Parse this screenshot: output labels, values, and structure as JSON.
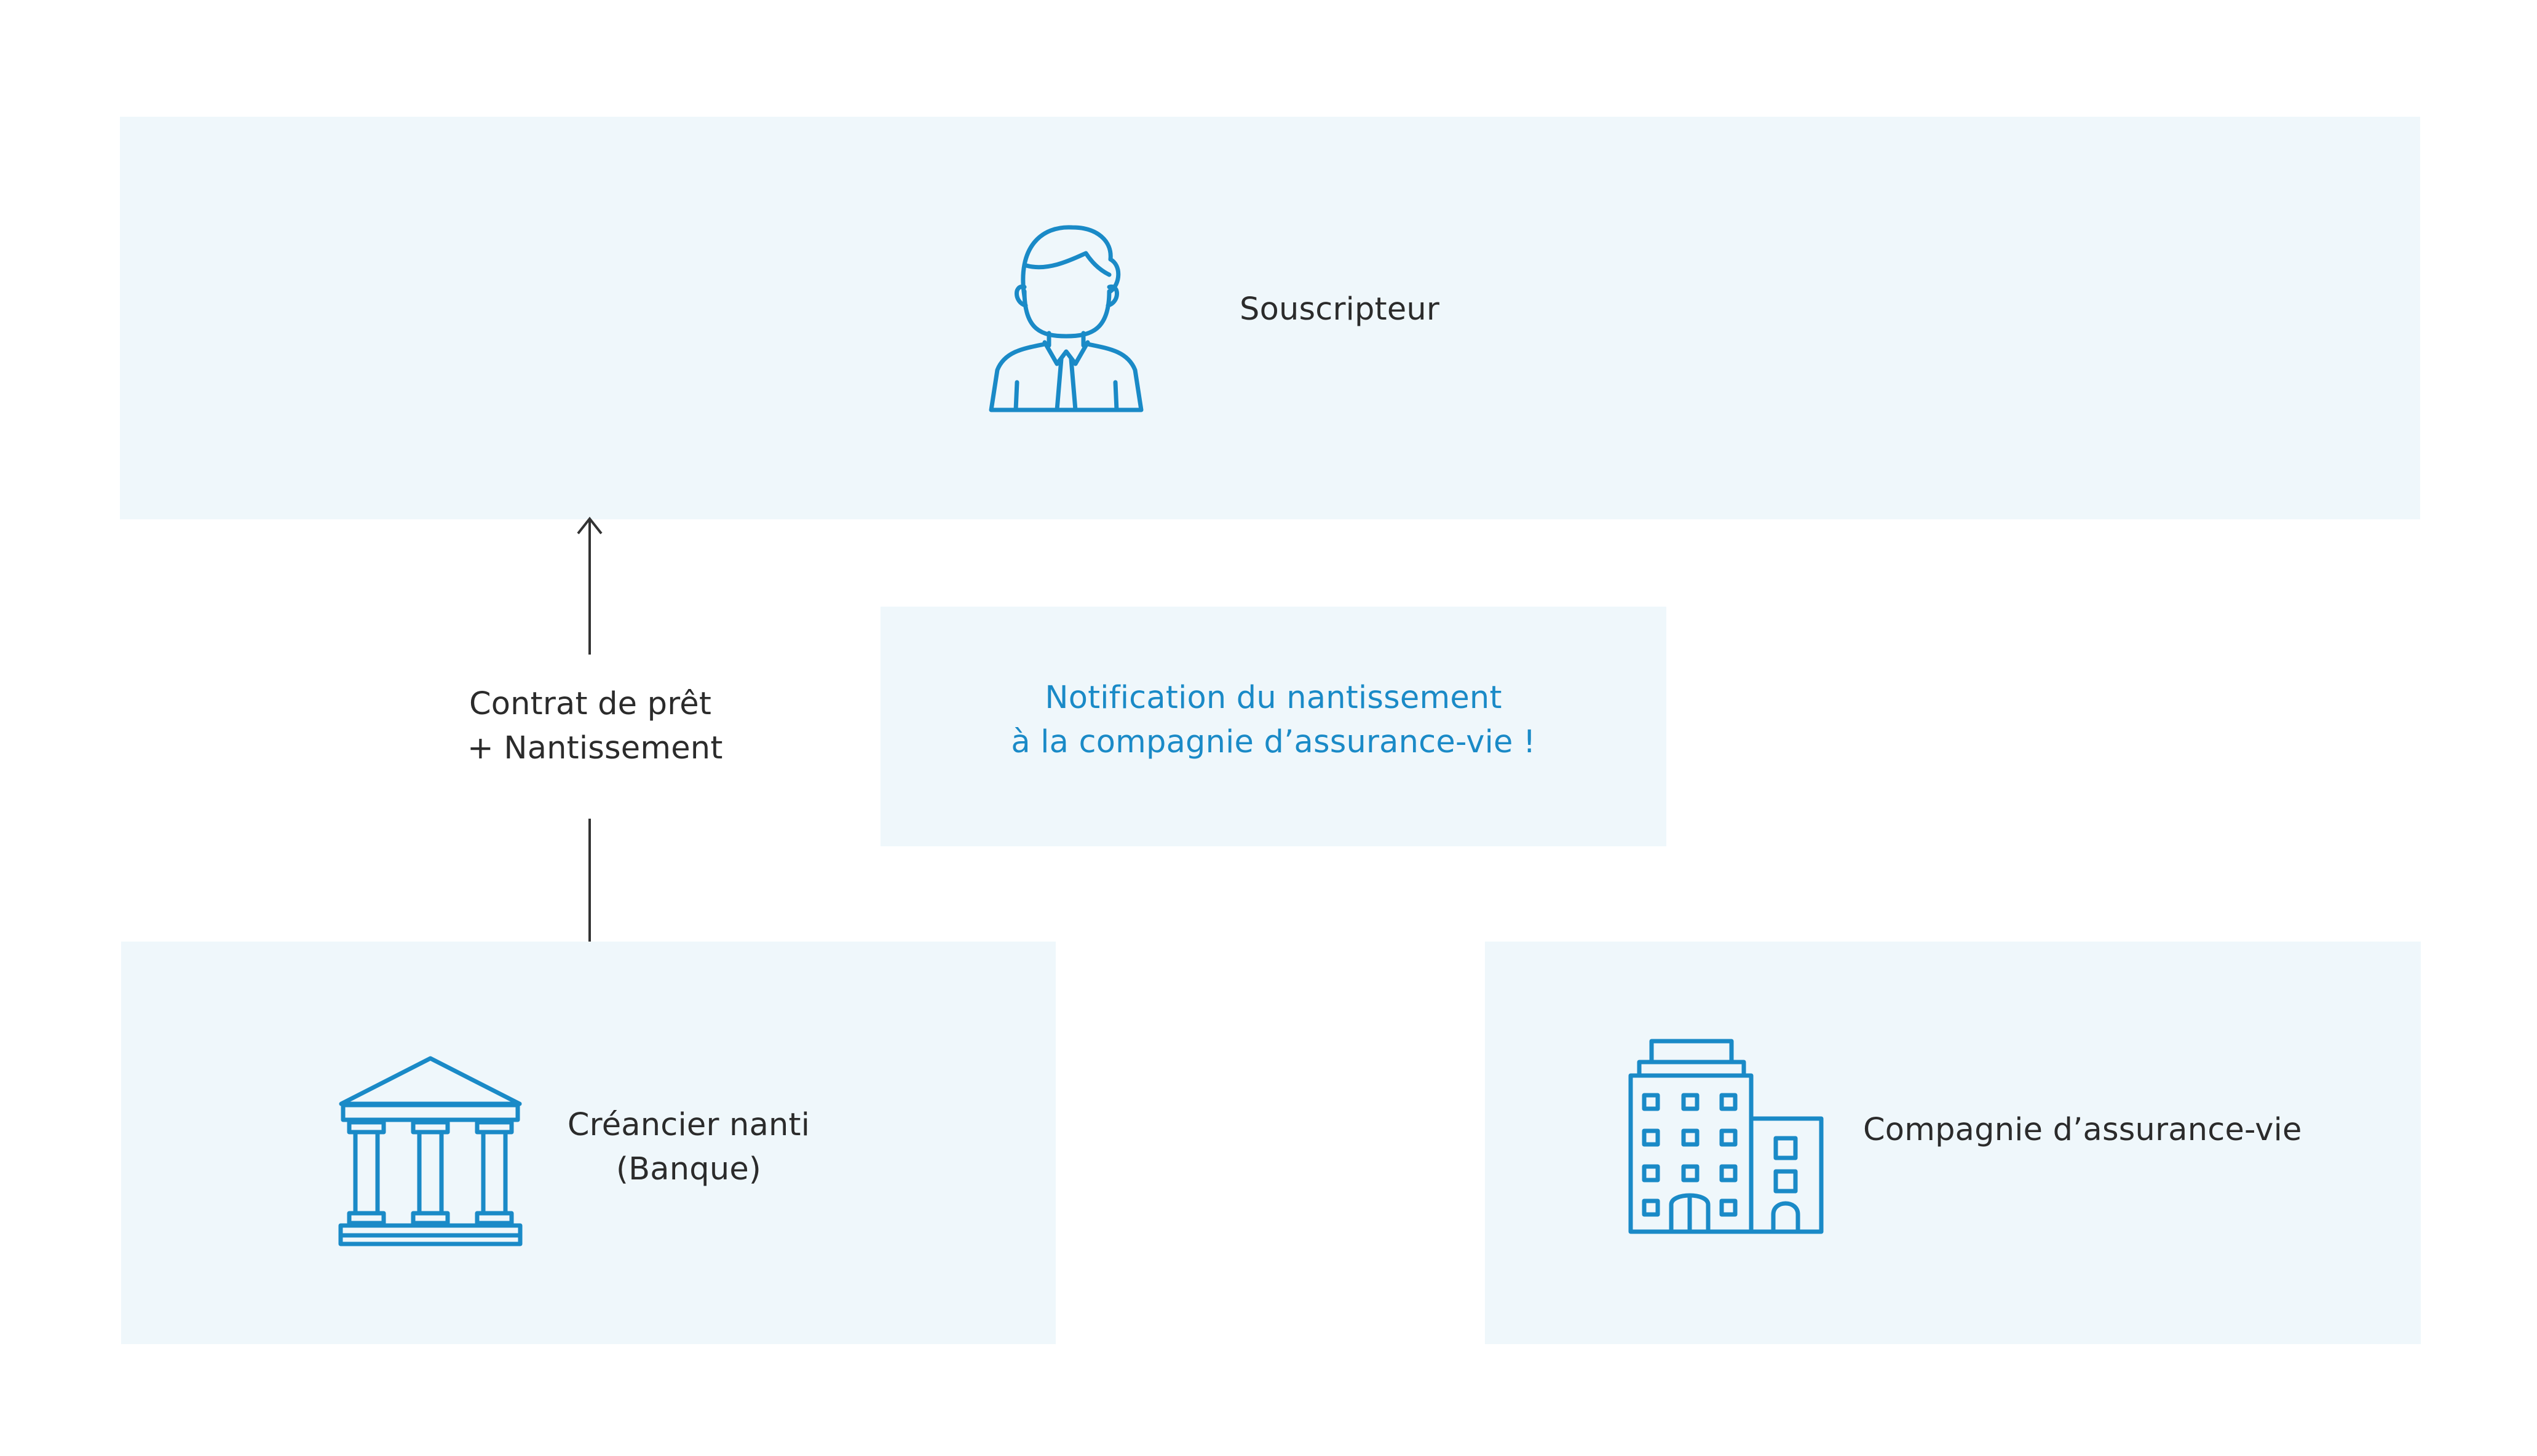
{
  "nodes": {
    "souscripteur": {
      "label": "Souscripteur",
      "icon": "person-icon"
    },
    "creancier": {
      "lines": [
        "Créancier nanti",
        "(Banque)"
      ],
      "icon": "bank-icon"
    },
    "compagnie": {
      "label": "Compagnie d’assurance-vie",
      "icon": "office-building-icon"
    }
  },
  "edge": {
    "lines": [
      "Contrat de prêt",
      "+ Nantissement"
    ]
  },
  "notification": {
    "lines": [
      "Notification du nantissement",
      "à la compagnie d’assurance-vie !"
    ]
  },
  "colors": {
    "panel_background": "#eff7fb",
    "icon_stroke": "#1a8ac7",
    "notification_text": "#1a8ac7",
    "body_text": "#2b2b2b",
    "arrow": "#333333"
  }
}
